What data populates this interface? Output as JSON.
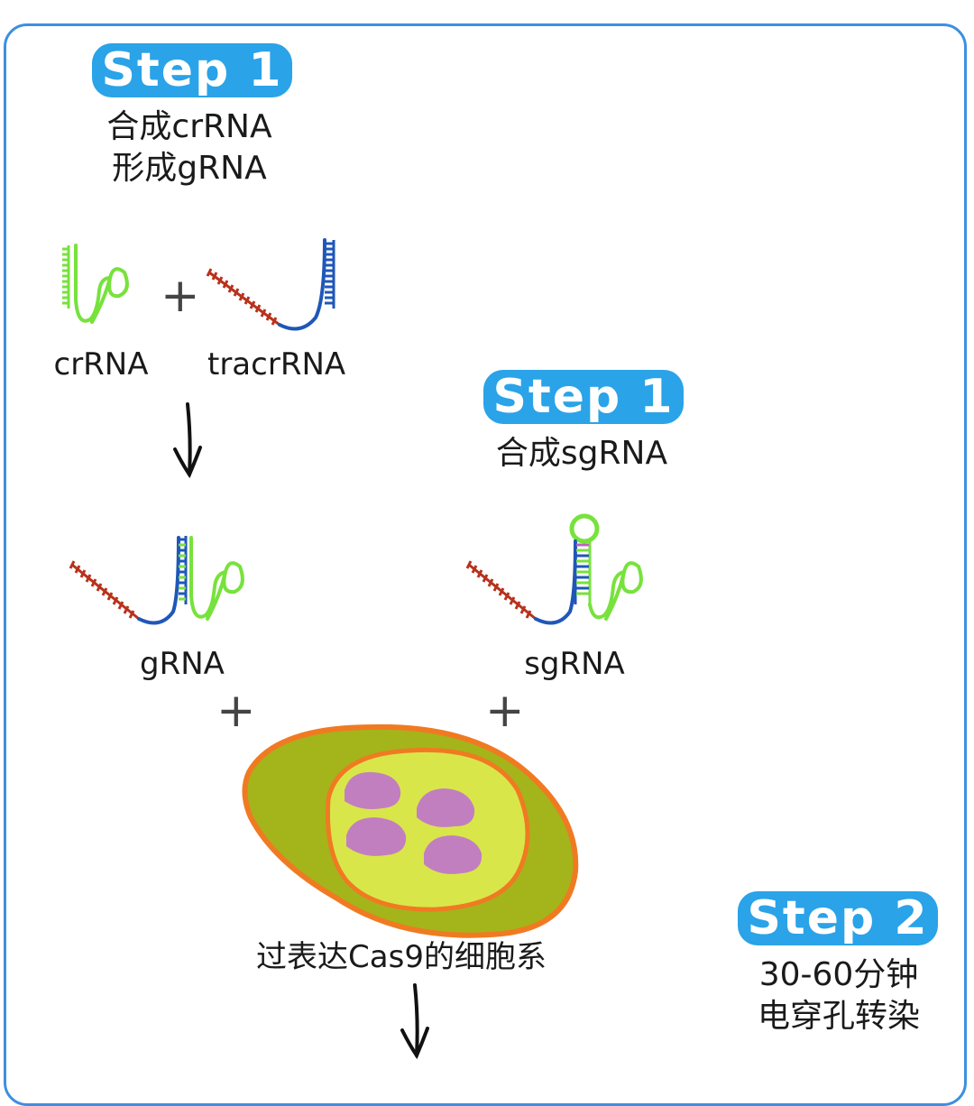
{
  "badges": {
    "step1_left": "Step 1",
    "step1_right": "Step 1",
    "step2": "Step 2"
  },
  "captions": {
    "left_line1": "合成crRNA",
    "left_line2": "形成gRNA",
    "right_line1": "合成sgRNA",
    "step2_line1": "30-60分钟",
    "step2_line2": "电穿孔转染",
    "cell": "过表达Cas9的细胞系"
  },
  "labels": {
    "crrna": "crRNA",
    "tracrrna": "tracrRNA",
    "grna": "gRNA",
    "sgrna": "sgRNA"
  },
  "symbols": {
    "plus": "+"
  },
  "colors": {
    "badge": "#2aa3e8",
    "frame": "#3d8fe0",
    "crrna_green": "#77e23c",
    "tracr_blue": "#1f57b8",
    "red_strand": "#b8321c",
    "cell_outer": "#a3b51a",
    "cell_inner": "#d9e64a",
    "cell_border": "#f07a22",
    "nucleus_purple": "#c27fc0"
  }
}
